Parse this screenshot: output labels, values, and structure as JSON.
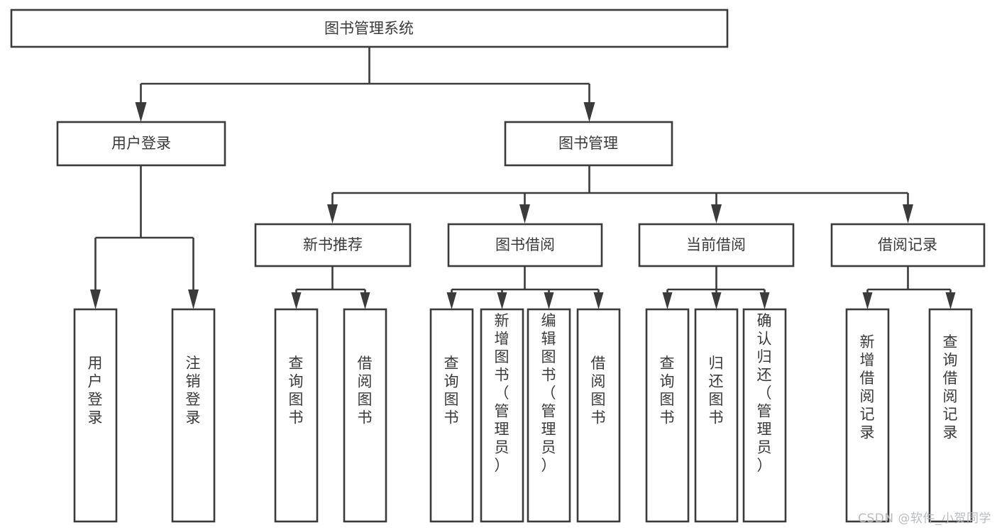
{
  "diagram": {
    "type": "tree-hierarchy-chart",
    "title": "图书管理系统",
    "watermark": "CSDN @软件_小贺同学",
    "colors": {
      "stroke": "#3b3b3b",
      "text": "#3a3a3a",
      "background": "#ffffff",
      "watermark": "#b9bcc0"
    },
    "levels": {
      "level0": [
        {
          "id": "root",
          "label": "图书管理系统",
          "orientation": "horizontal"
        }
      ],
      "level1": [
        {
          "id": "user-login",
          "label": "用户登录",
          "orientation": "horizontal"
        },
        {
          "id": "book-management",
          "label": "图书管理",
          "orientation": "horizontal"
        }
      ],
      "level2": [
        {
          "id": "new-book-recommend",
          "label": "新书推荐",
          "orientation": "horizontal",
          "parent": "book-management"
        },
        {
          "id": "book-borrow",
          "label": "图书借阅",
          "orientation": "horizontal",
          "parent": "book-management"
        },
        {
          "id": "current-borrow",
          "label": "当前借阅",
          "orientation": "horizontal",
          "parent": "book-management"
        },
        {
          "id": "borrow-record",
          "label": "借阅记录",
          "orientation": "horizontal",
          "parent": "book-management"
        }
      ],
      "level3": [
        {
          "id": "leaf-user-login",
          "label": "用户登录",
          "orientation": "vertical",
          "parent": "user-login"
        },
        {
          "id": "leaf-user-logout",
          "label": "注销登录",
          "orientation": "vertical",
          "parent": "user-login"
        },
        {
          "id": "leaf-query-book-1",
          "label": "查询图书",
          "orientation": "vertical",
          "parent": "new-book-recommend"
        },
        {
          "id": "leaf-borrow-book-1",
          "label": "借阅图书",
          "orientation": "vertical",
          "parent": "new-book-recommend"
        },
        {
          "id": "leaf-query-book-2",
          "label": "查询图书",
          "orientation": "vertical",
          "parent": "book-borrow"
        },
        {
          "id": "leaf-add-book",
          "label": "新增图书（管理员）",
          "orientation": "vertical",
          "parent": "book-borrow"
        },
        {
          "id": "leaf-edit-book",
          "label": "编辑图书（管理员）",
          "orientation": "vertical",
          "parent": "book-borrow"
        },
        {
          "id": "leaf-borrow-book-2",
          "label": "借阅图书",
          "orientation": "vertical",
          "parent": "book-borrow"
        },
        {
          "id": "leaf-query-book-3",
          "label": "查询图书",
          "orientation": "vertical",
          "parent": "current-borrow"
        },
        {
          "id": "leaf-return-book",
          "label": "归还图书",
          "orientation": "vertical",
          "parent": "current-borrow"
        },
        {
          "id": "leaf-confirm-return",
          "label": "确认归还（管理员）",
          "orientation": "vertical",
          "parent": "current-borrow"
        },
        {
          "id": "leaf-add-record",
          "label": "新增借阅记录",
          "orientation": "vertical",
          "parent": "borrow-record"
        },
        {
          "id": "leaf-query-record",
          "label": "查询借阅记录",
          "orientation": "vertical",
          "parent": "borrow-record"
        }
      ]
    }
  }
}
